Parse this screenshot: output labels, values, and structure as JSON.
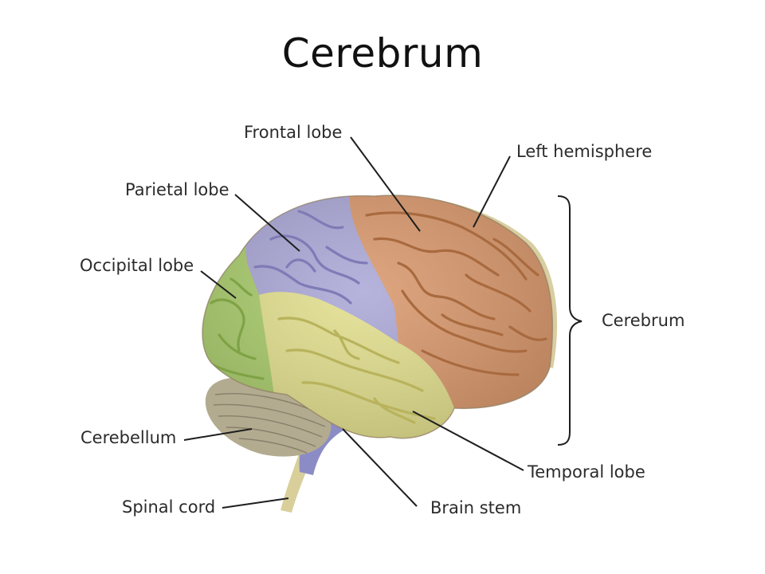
{
  "title": "Cerebrum",
  "labels": {
    "frontal_lobe": "Frontal lobe",
    "left_hemisphere": "Left hemisphere",
    "parietal_lobe": "Parietal lobe",
    "occipital_lobe": "Occipital lobe",
    "cerebrum": "Cerebrum",
    "cerebellum": "Cerebellum",
    "temporal_lobe": "Temporal lobe",
    "spinal_cord": "Spinal cord",
    "brain_stem": "Brain stem"
  },
  "colors": {
    "frontal": "#d9976a",
    "parietal": "#a9a6d6",
    "occipital": "#a8cc6a",
    "temporal": "#e2df8c",
    "cerebellum": "#b3ab90",
    "brain_stem": "#8b8cc6",
    "spinal_cord": "#d8cf9a",
    "hemisphere_edge": "#d8cea0"
  }
}
